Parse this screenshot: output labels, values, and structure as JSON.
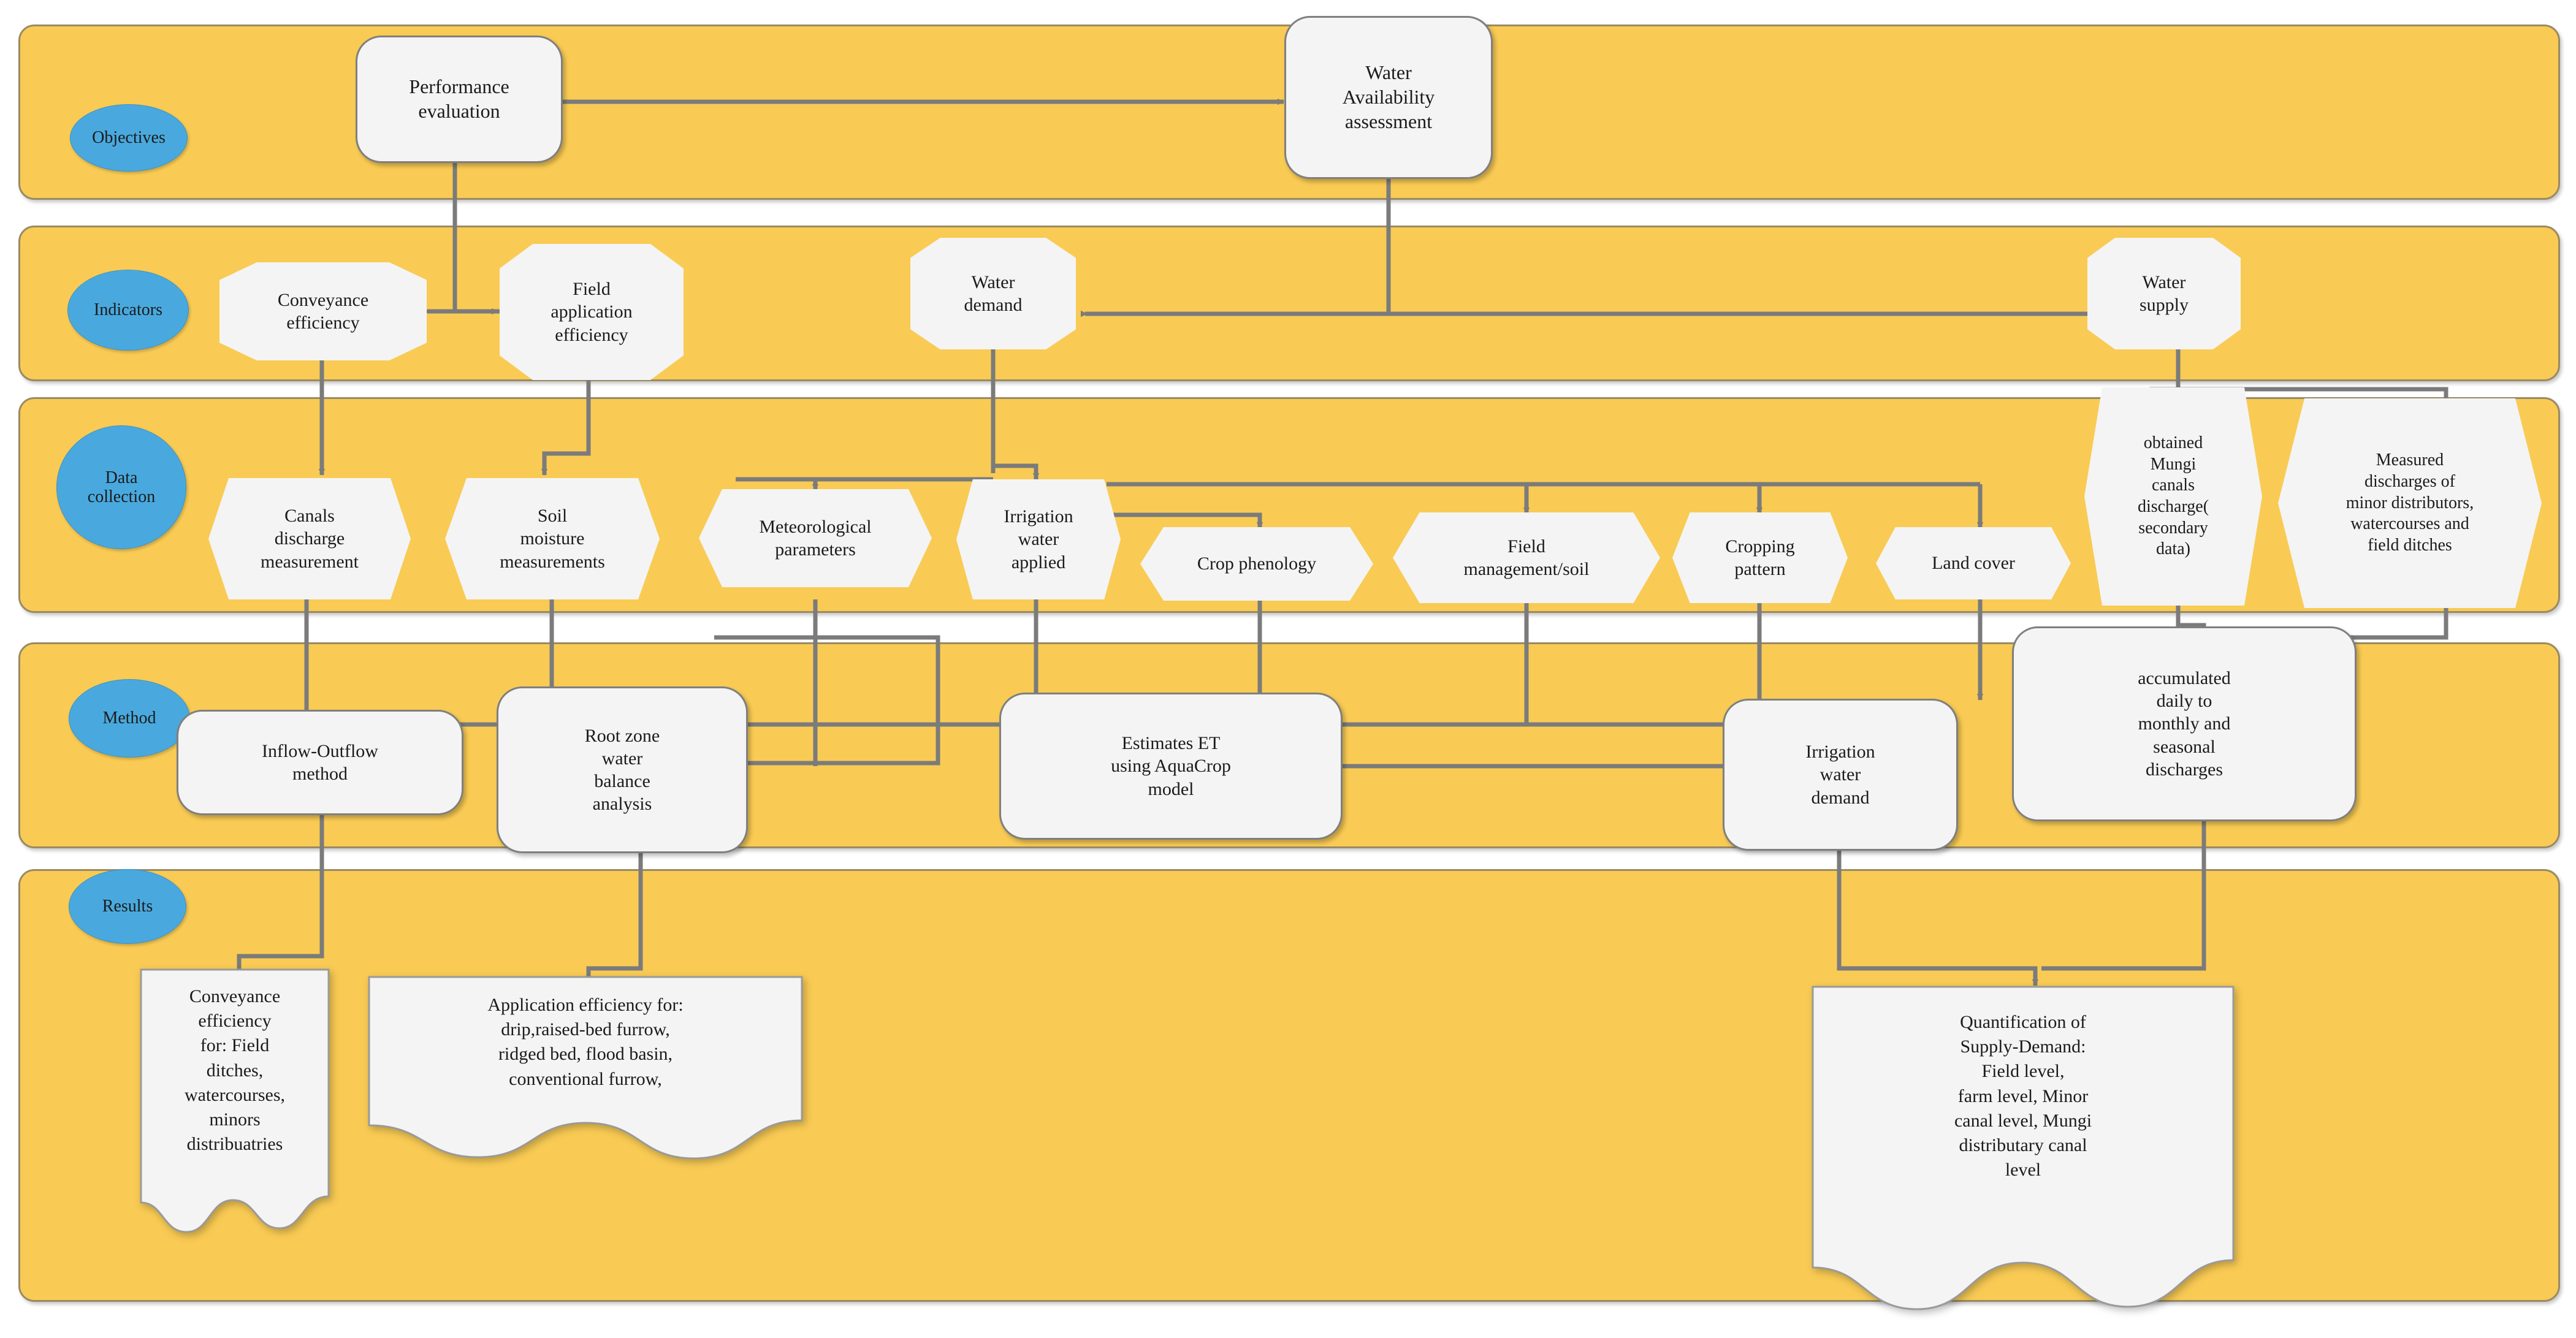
{
  "colors": {
    "band_fill": "#F9CB54",
    "band_border": "#9a8a63",
    "label_ellipse": "#49A9DE",
    "node_fill": "#F4F4F4",
    "node_border": "#7f7f7f",
    "connector": "#7b7b7b",
    "page_bg": "#ffffff"
  },
  "bands": [
    {
      "id": "objectives",
      "label": "Objectives"
    },
    {
      "id": "indicators",
      "label": "Indicators"
    },
    {
      "id": "data-collection",
      "label": "Data\ncollection"
    },
    {
      "id": "method",
      "label": "Method"
    },
    {
      "id": "results",
      "label": "Results"
    }
  ],
  "nodes": {
    "performance_evaluation": "Performance\nevaluation",
    "water_availability_assessment": "Water\nAvailability\nassessment",
    "conveyance_efficiency": "Conveyance\nefficiency",
    "field_application_efficiency": "Field\napplication\nefficiency",
    "water_demand": "Water\ndemand",
    "water_supply": "Water\nsupply",
    "canals_discharge_measurement": "Canals\ndischarge\nmeasurement",
    "soil_moisture_measurements": "Soil\nmoisture\nmeasurements",
    "meteorological_parameters": "Meteorological\nparameters",
    "irrigation_water_applied": "Irrigation\nwater\napplied",
    "crop_phenology": "Crop phenology",
    "field_management_soil": "Field\nmanagement/soil",
    "cropping_pattern": "Cropping\npattern",
    "land_cover": "Land cover",
    "obtained_mungi_canals_discharge": "obtained\nMungi\ncanals\ndischarge(\nsecondary\ndata)",
    "measured_discharges": "Measured\ndischarges of\nminor distributors,\nwatercourses and\nfield ditches",
    "inflow_outflow_method": "Inflow-Outflow\nmethod",
    "root_zone_water_balance": "Root zone\nwater\nbalance\nanalysis",
    "estimates_et_aquacrop": "Estimates ET\nusing AquaCrop\nmodel",
    "irrigation_water_demand": "Irrigation\nwater\ndemand",
    "accumulated_discharges": "accumulated\ndaily to\nmonthly and\nseasonal\ndischarges",
    "conveyance_efficiency_for": "Conveyance\nefficiency\nfor: Field\nditches,\nwatercourses,\nminors\ndistribuatries",
    "application_efficiency_for": "Application efficiency for:\ndrip,raised-bed furrow,\nridged bed, flood basin,\nconventional furrow,",
    "quantification_supply_demand": "Quantification of\nSupply-Demand:\nField level,\nfarm level, Minor\ncanal level, Mungi\ndistributary canal\nlevel"
  }
}
